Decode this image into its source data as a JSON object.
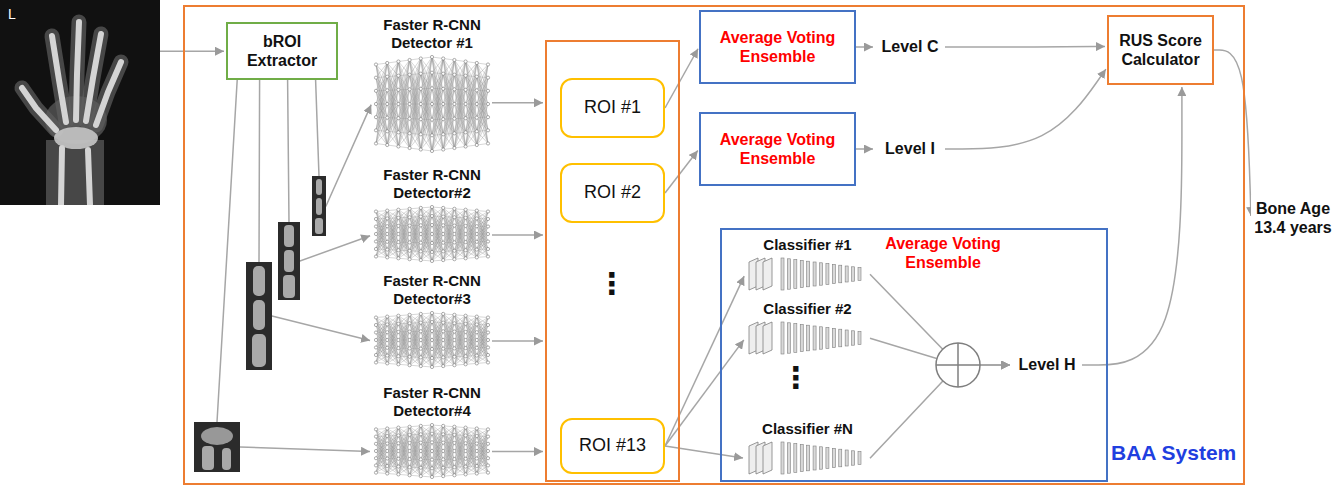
{
  "diagram": {
    "nodes": [
      {
        "text": [
          "L"
        ]
      },
      {
        "text": [
          "BAA System"
        ]
      },
      {
        "text": [
          "bROI Extractor"
        ],
        "in": 1
      },
      {
        "text": [
          "Faster R-CNN Detector #1"
        ],
        "in": 1
      },
      {
        "text": [
          "Faster R-CNN Detector#2"
        ],
        "in": 1
      },
      {
        "text": [
          "Faster R-CNN Detector#3"
        ],
        "in": 1
      },
      {
        "text": [
          "Faster R-CNN Detector#4"
        ],
        "in": 1
      },
      {
        "text": [
          "⋮"
        ],
        "in": 1
      },
      {
        "text": [
          "ROI #1"
        ],
        "in": 7
      },
      {
        "text": [
          "ROI #2"
        ],
        "in": 7
      },
      {
        "text": [
          "ROI #13"
        ],
        "in": 7
      },
      {
        "text": [
          "Average Voting Ensemble"
        ],
        "in": 1
      },
      {
        "text": [
          "Average Voting Ensemble"
        ],
        "in": 1
      },
      {
        "text": [
          "Level C"
        ],
        "in": 1
      },
      {
        "text": [
          "Level I"
        ],
        "in": 1
      },
      {
        "text": [
          "RUS Score Calculator"
        ],
        "in": 1
      },
      {
        "text": [
          "Bone Age 13.4 years"
        ]
      },
      {
        "text": [
          "Average Voting Ensemble"
        ],
        "in": 1
      },
      {
        "text": [
          "Classifier #1"
        ],
        "in": 17
      },
      {
        "text": [
          "Classifier #2"
        ],
        "in": 17
      },
      {
        "text": [
          "Classifier #N"
        ],
        "in": 17
      },
      {
        "text": [
          "Level H"
        ],
        "in": 1
      }
    ],
    "edges": [
      {
        "from": 0,
        "to": 2,
        "arrow": "to"
      },
      {
        "from": 2,
        "to": 3,
        "arrow": "to"
      },
      {
        "from": 2,
        "to": 4,
        "arrow": "to"
      },
      {
        "from": 2,
        "to": 5,
        "arrow": "to"
      },
      {
        "from": 2,
        "to": 6,
        "arrow": "to"
      },
      {
        "from": 3,
        "to": 7,
        "arrow": "to"
      },
      {
        "from": 4,
        "to": 7,
        "arrow": "to"
      },
      {
        "from": 5,
        "to": 7,
        "arrow": "to"
      },
      {
        "from": 6,
        "to": 7,
        "arrow": "to"
      },
      {
        "from": 8,
        "to": 11,
        "arrow": "to"
      },
      {
        "from": 9,
        "to": 12,
        "arrow": "to"
      },
      {
        "from": 11,
        "to": 13,
        "arrow": "to"
      },
      {
        "from": 12,
        "to": 14,
        "arrow": "to"
      },
      {
        "from": 10,
        "to": 18,
        "arrow": "to"
      },
      {
        "from": 10,
        "to": 19,
        "arrow": "to"
      },
      {
        "from": 10,
        "to": 20,
        "arrow": "to"
      },
      {
        "from": 18,
        "to": 21,
        "arrow": "to"
      },
      {
        "from": 19,
        "to": 21,
        "arrow": "to"
      },
      {
        "from": 20,
        "to": 21,
        "arrow": "to"
      },
      {
        "from": 13,
        "to": 15,
        "arrow": "to"
      },
      {
        "from": 14,
        "to": 15,
        "arrow": "to"
      },
      {
        "from": 21,
        "to": 15,
        "arrow": "to"
      },
      {
        "from": 15,
        "to": 16,
        "arrow": "to"
      }
    ],
    "labels": [
      "⋮"
    ]
  }
}
